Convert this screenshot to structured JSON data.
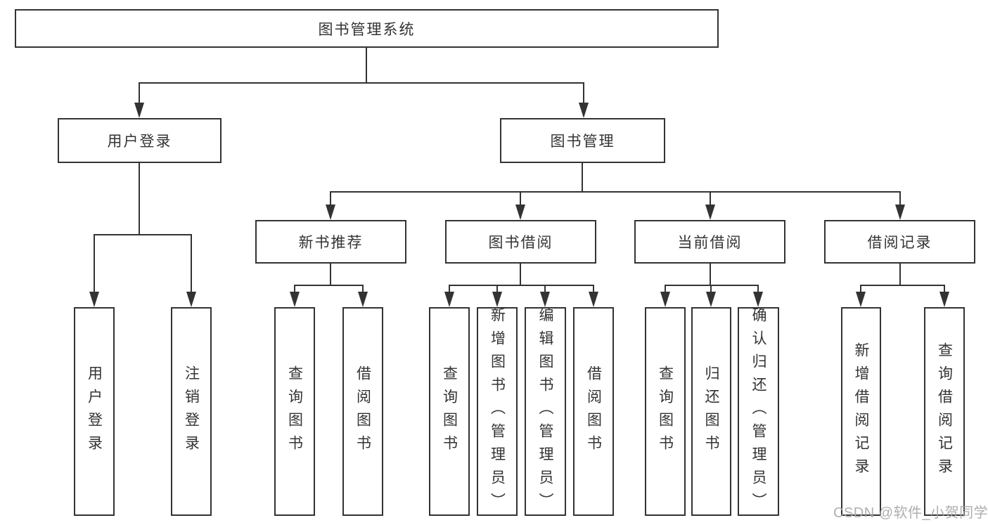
{
  "diagram": {
    "line_color": "#333333",
    "box_border_color": "#333333",
    "background_color": "#ffffff",
    "watermark_color": "#a8a8a8",
    "nodes": {
      "root": "图书管理系统",
      "user_login": "用户登录",
      "book_mgmt": "图书管理",
      "new_book_rec": "新书推荐",
      "book_borrow": "图书借阅",
      "current_borrow": "当前借阅",
      "borrow_records": "借阅记录",
      "user_login_leaf": "用户登录",
      "logout_leaf": "注销登录",
      "nb_query_books": "查询图书",
      "nb_borrow_books": "借阅图书",
      "bb_query_books": "查询图书",
      "bb_add_books": "新增图书（管理员）",
      "bb_edit_books": "编辑图书（管理员）",
      "bb_borrow_books": "借阅图书",
      "cb_query_books": "查询图书",
      "cb_return_books": "归还图书",
      "cb_confirm_return": "确认归还（管理员）",
      "br_add_record": "新增借阅记录",
      "br_query_record": "查询借阅记录"
    },
    "watermark": "CSDN @软件_小贺同学"
  }
}
